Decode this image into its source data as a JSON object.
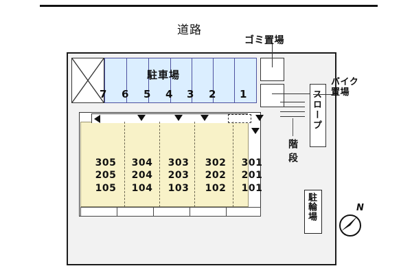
{
  "diagram": {
    "title": "apartment-site-plan",
    "road_label": "道路",
    "parking": {
      "title": "駐車場",
      "spaces": [
        "7",
        "6",
        "5",
        "4",
        "3",
        "2",
        "1"
      ],
      "blocked_stall_icon": "x-crossed-stall"
    },
    "garbage": {
      "label": "ゴミ置場",
      "box_count": 2
    },
    "stairs": {
      "label": "階段"
    },
    "slope": {
      "label": "スロープ"
    },
    "bike_parking": {
      "label_line1": "バイク",
      "label_line2": "置場"
    },
    "bicycle_parking": {
      "label": "駐輪場"
    },
    "compass": {
      "north_label": "N"
    },
    "building": {
      "units": [
        {
          "floor3": "305",
          "floor2": "205",
          "floor1": "105"
        },
        {
          "floor3": "304",
          "floor2": "204",
          "floor1": "104"
        },
        {
          "floor3": "303",
          "floor2": "203",
          "floor1": "103"
        },
        {
          "floor3": "302",
          "floor2": "202",
          "floor1": "102"
        },
        {
          "floor3": "301",
          "floor2": "201",
          "floor1": "101"
        }
      ],
      "entrance_arrow_icon": "arrow-down",
      "corridor_arrow_icon": "arrow-left"
    }
  },
  "colors": {
    "parking_fill": "#dbeeff",
    "parking_stroke": "#4b4f9e",
    "building_fill": "#f8f2c8",
    "site_fill": "#f2f2f2",
    "line": "#1a1a1a"
  }
}
